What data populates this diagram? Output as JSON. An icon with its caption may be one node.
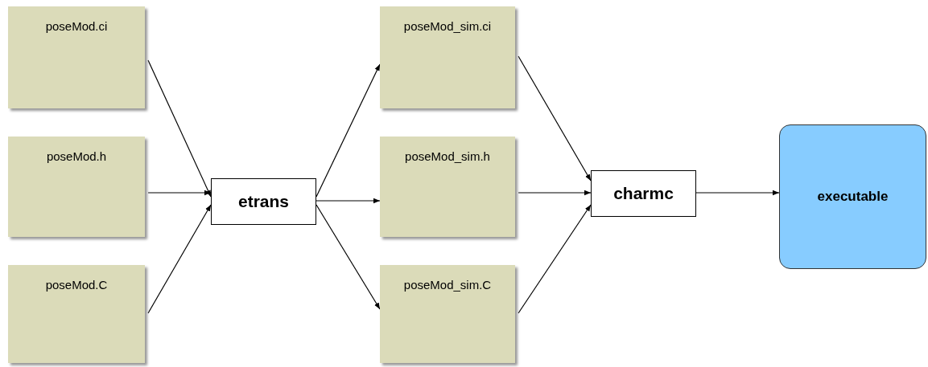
{
  "diagram": {
    "nodes": [
      {
        "text": [
          "poseMod.ci"
        ]
      },
      {
        "text": [
          "poseMod.h"
        ]
      },
      {
        "text": [
          "poseMod.C"
        ]
      },
      {
        "text": [
          "etrans"
        ]
      },
      {
        "text": [
          "poseMod_sim.ci"
        ]
      },
      {
        "text": [
          "poseMod_sim.h"
        ]
      },
      {
        "text": [
          "poseMod_sim.C"
        ]
      },
      {
        "text": [
          "charmc"
        ]
      },
      {
        "text": [
          "executable"
        ]
      }
    ],
    "edges": [
      {
        "from": 0,
        "to": 3,
        "arrow": "to"
      },
      {
        "from": 1,
        "to": 3,
        "arrow": "to"
      },
      {
        "from": 2,
        "to": 3,
        "arrow": "to"
      },
      {
        "from": 3,
        "to": 4,
        "arrow": "to"
      },
      {
        "from": 3,
        "to": 5,
        "arrow": "to"
      },
      {
        "from": 3,
        "to": 6,
        "arrow": "to"
      },
      {
        "from": 4,
        "to": 7,
        "arrow": "to"
      },
      {
        "from": 5,
        "to": 7,
        "arrow": "to"
      },
      {
        "from": 6,
        "to": 7,
        "arrow": "to"
      },
      {
        "from": 7,
        "to": 8,
        "arrow": "to"
      }
    ]
  }
}
